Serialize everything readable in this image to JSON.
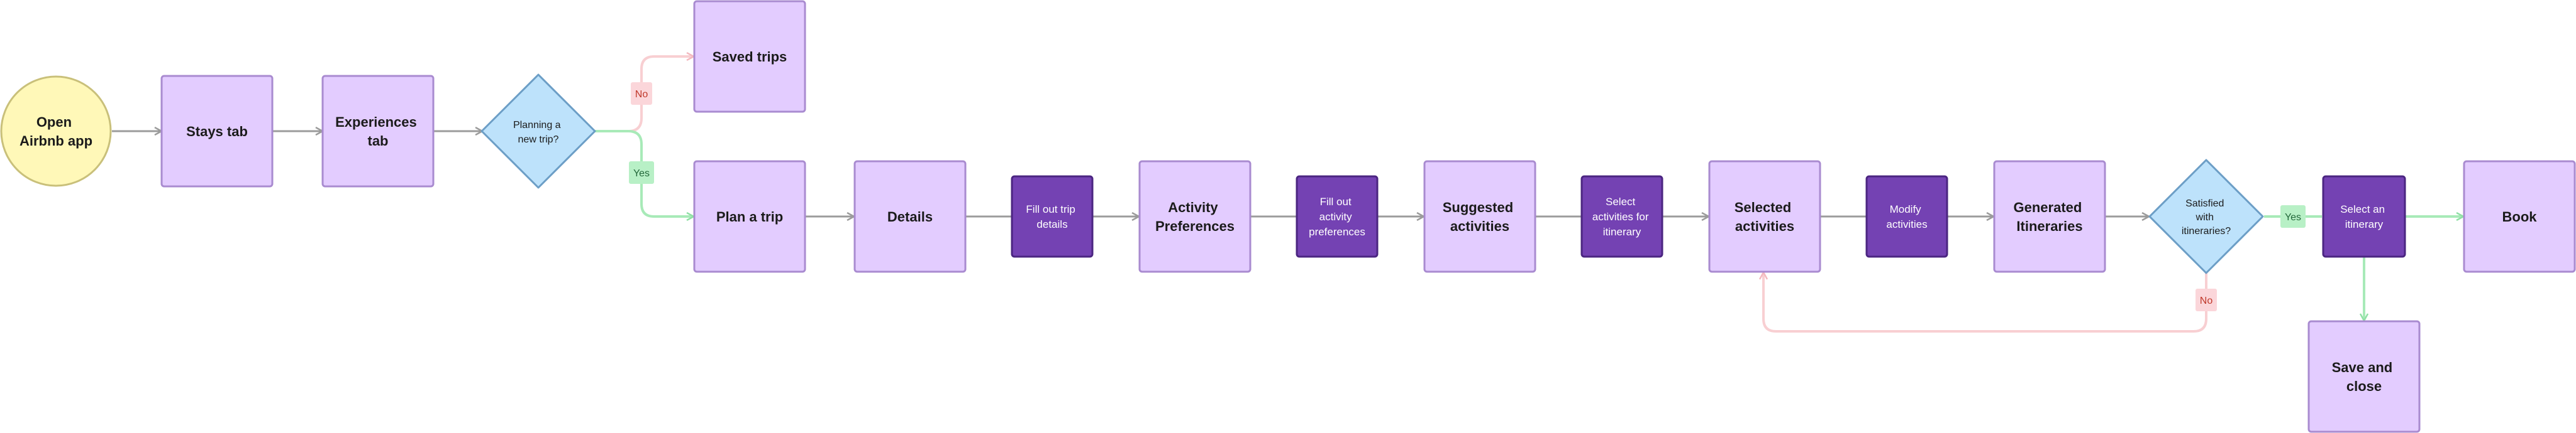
{
  "nodes": {
    "open_app": [
      "Open",
      "Airbnb app"
    ],
    "stays": [
      "Stays tab"
    ],
    "experiences": [
      "Experiences",
      "tab"
    ],
    "planning": [
      "Planning a",
      "new trip?"
    ],
    "saved": [
      "Saved trips"
    ],
    "plan": [
      "Plan a trip"
    ],
    "details": [
      "Details"
    ],
    "fill_details": [
      "Fill out trip",
      "details"
    ],
    "activity_prefs": [
      "Activity",
      "Preferences"
    ],
    "fill_activity": [
      "Fill out",
      "activity",
      "preferences"
    ],
    "suggested": [
      "Suggested",
      "activities"
    ],
    "select_activities": [
      "Select",
      "activities for",
      "itinerary"
    ],
    "selected": [
      "Selected",
      "activities"
    ],
    "modify": [
      "Modify",
      "activities"
    ],
    "generated": [
      "Generated",
      "Itineraries"
    ],
    "satisfied": [
      "Satisfied",
      "with",
      "itineraries?"
    ],
    "select_itinerary": [
      "Select an",
      "itinerary"
    ],
    "book": [
      "Book"
    ],
    "save_close": [
      "Save and",
      "close"
    ]
  },
  "edge_labels": {
    "planning_no": "No",
    "planning_yes": "Yes",
    "satisfied_yes": "Yes",
    "satisfied_no": "No"
  },
  "colors": {
    "screen_fill": "#e3ccff",
    "action_fill": "#7442b3",
    "start_fill": "#fff8b8",
    "decision_fill": "#bde2fb",
    "yes_edge": "#a8eab8",
    "no_edge": "#f8cfd2",
    "edge": "#9b9b9b"
  }
}
